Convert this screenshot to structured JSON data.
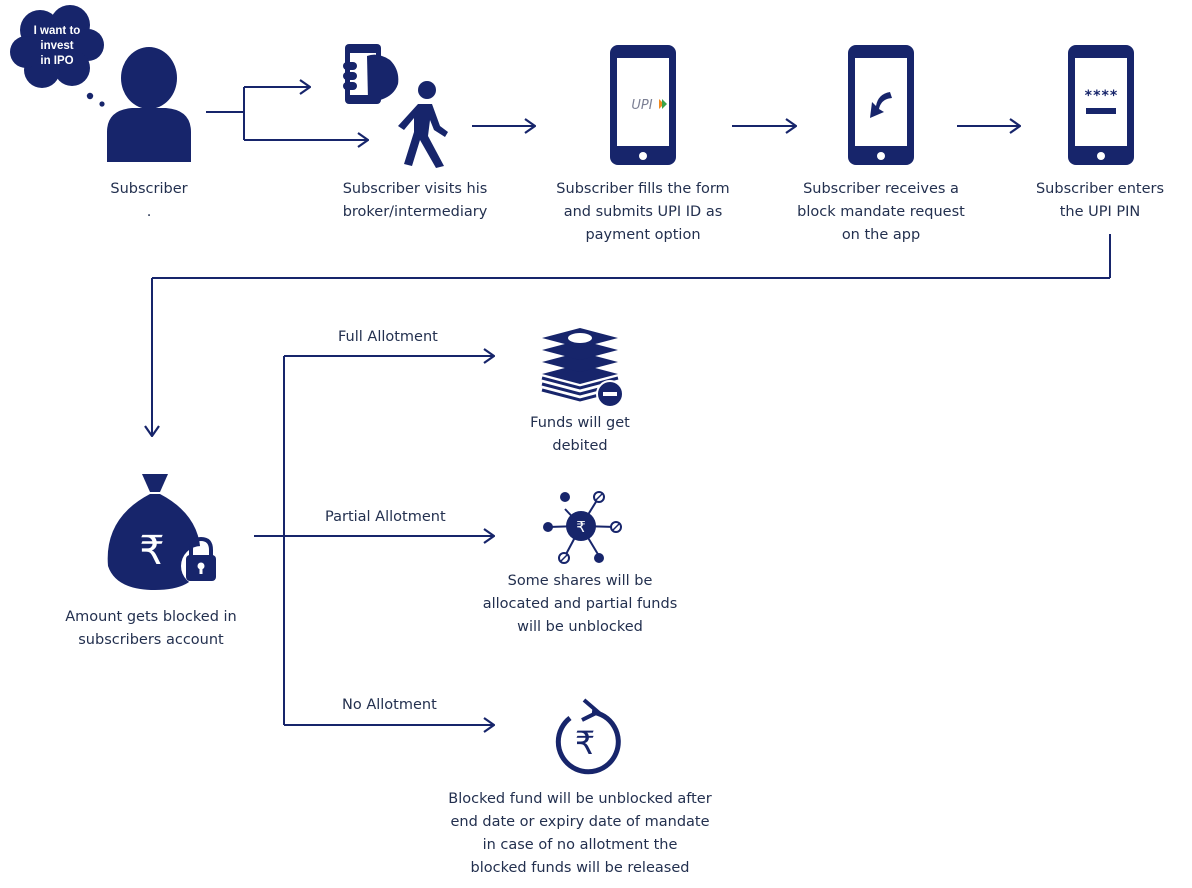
{
  "thought_bubble": "I want to\ninvest\nin IPO",
  "steps": [
    {
      "label": "Subscriber\n."
    },
    {
      "label": "Subscriber visits his\nbroker/intermediary"
    },
    {
      "label": "Subscriber fills the form\nand submits UPI ID as\npayment option"
    },
    {
      "label": "Subscriber receives a\nblock mandate request\non the app"
    },
    {
      "label": "Subscriber enters\nthe UPI PIN"
    }
  ],
  "upi_logo_text": "UPI",
  "pin_mask": "****",
  "blocked": {
    "label": "Amount gets blocked in\nsubscribers account",
    "currency_symbol": "₹"
  },
  "branches": [
    {
      "name": "Full Allotment",
      "outcome": "Funds will get\ndebited",
      "icon": "money-stack-minus-icon"
    },
    {
      "name": "Partial Allotment",
      "outcome": "Some shares will be\nallocated and partial funds\nwill be unblocked",
      "icon": "rupee-network-icon"
    },
    {
      "name": "No Allotment",
      "outcome": "Blocked fund will be unblocked after\nend date or expiry date of mandate\nin case of no allotment the\nblocked funds will be released",
      "icon": "rupee-refresh-icon"
    }
  ],
  "colors": {
    "primary": "#17256b",
    "text": "#23304f",
    "background": "#ffffff"
  }
}
